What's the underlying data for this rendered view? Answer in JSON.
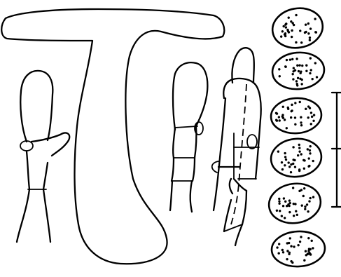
{
  "figure": {
    "structures": [
      "basidiocarp",
      "hyphal-element-left",
      "hyphal-element-middle",
      "hyphal-element-right"
    ],
    "spore_count": 6,
    "scale_bars": 2
  }
}
